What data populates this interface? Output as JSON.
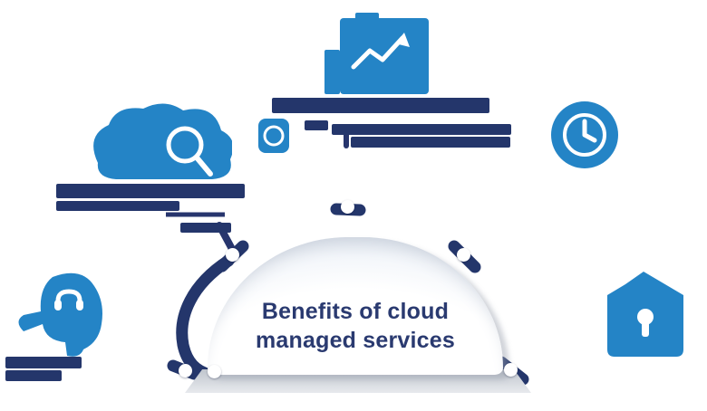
{
  "title": {
    "line1": "Benefits of cloud",
    "line2": "managed services"
  },
  "colors": {
    "icon_blue": "#2484c6",
    "navy": "#24366b",
    "dome_text": "#2a3a70",
    "dome_light": "#f3f6fa",
    "pedestal_gray": "#c6cbd3",
    "dot_white": "#ffffff"
  },
  "diagram": {
    "type": "infographic-dome",
    "node_dot_count": 6,
    "labels_illegible": true,
    "items": [
      {
        "icon": "growth-chart-icon",
        "position": "top-center"
      },
      {
        "icon": "coin-icon",
        "position": "top-center-sub"
      },
      {
        "icon": "cloud-search-icon",
        "position": "upper-left"
      },
      {
        "icon": "clock-icon",
        "position": "right"
      },
      {
        "icon": "support-agent-icon",
        "position": "bottom-left"
      },
      {
        "icon": "security-shield-icon",
        "position": "bottom-right"
      }
    ]
  }
}
